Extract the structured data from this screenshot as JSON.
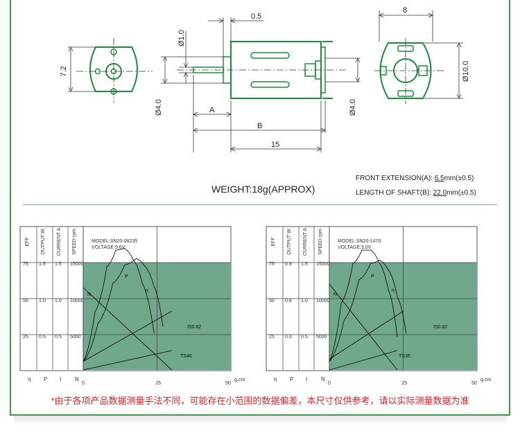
{
  "drawing": {
    "dims": {
      "d_72": "7.2",
      "d_10_shaft": "Ø1.0",
      "d_05": "0.5",
      "d_40_left": "Ø4.0",
      "d_40_right": "Ø4.0",
      "d_A": "A",
      "d_B": "B",
      "d_15": "15",
      "d_8": "8",
      "d_100": "Ø10.0"
    },
    "weight": "WEIGHT:18g(APPROX)",
    "front_extension": {
      "label": "FRONT EXTENSION(A): ",
      "value": "6.5",
      "unit": "mm(±0.5)"
    },
    "shaft_length": {
      "label": "LENGTH OF SHAFT(B): ",
      "value": "22.0",
      "unit": "mm(±0.5)"
    }
  },
  "chart_data": [
    {
      "type": "line",
      "model": "MODEL:SN20-08235",
      "voltage": "VOLTAGE:9.6V",
      "columns": [
        "EFF",
        "OUTPUT W",
        "CURRENT A",
        "SPEED rpm"
      ],
      "column_ticks": [
        [
          "75",
          "50",
          "25"
        ],
        [
          "1.5",
          "1.0",
          "0.5"
        ],
        [
          "1.5",
          "1.0",
          "0.5"
        ],
        [
          "15000",
          "10000",
          "5000"
        ]
      ],
      "bottom_labels": [
        "η",
        "P",
        "I",
        "N"
      ],
      "x_ticks": [
        "0",
        "25",
        "50"
      ],
      "x_unit": "g.cm",
      "xlim": [
        0,
        50
      ],
      "speed_ylim": [
        0,
        15000
      ],
      "series": [
        {
          "name": "N",
          "x": [
            0,
            30
          ],
          "y": [
            11500,
            0
          ]
        },
        {
          "name": "P",
          "x": [
            0,
            4,
            8,
            11,
            14,
            17,
            20,
            24
          ],
          "y": [
            5,
            35,
            62,
            72,
            73,
            66,
            52,
            22
          ]
        },
        {
          "name": "η",
          "x": [
            0,
            5,
            10,
            14,
            18,
            21,
            24,
            27
          ],
          "y": [
            5,
            28,
            52,
            63,
            67,
            62,
            50,
            26
          ]
        },
        {
          "name": "IS0.82",
          "x": [
            0,
            30
          ],
          "y": [
            0.12,
            0.82
          ]
        },
        {
          "name": "TS46",
          "x": [
            0,
            30
          ],
          "y": [
            0,
            0
          ]
        }
      ],
      "annotations": [
        "N",
        "P",
        "η",
        "IS0.82",
        "TS46"
      ]
    },
    {
      "type": "line",
      "model": "MODEL:SN20-1470",
      "voltage": "VOLTAGE:3.0V",
      "columns": [
        "EFF",
        "OUTPUT W",
        "CURRENT A",
        "SPEED rpm"
      ],
      "column_ticks": [
        [
          "75",
          "50",
          "25"
        ],
        [
          "0.9",
          "0.6",
          "0.3"
        ],
        [
          "1.5",
          "1.0",
          "0.5"
        ],
        [
          "15000",
          "10000",
          "5000"
        ]
      ],
      "bottom_labels": [
        "η",
        "P",
        "I",
        "N"
      ],
      "x_ticks": [
        "0",
        "25",
        "50"
      ],
      "x_unit": "g.cm",
      "xlim": [
        0,
        50
      ],
      "speed_ylim": [
        0,
        15000
      ],
      "series": [
        {
          "name": "N",
          "x": [
            0,
            23
          ],
          "y": [
            12000,
            0
          ]
        },
        {
          "name": "P",
          "x": [
            0,
            4,
            8,
            11,
            14,
            17,
            20,
            23
          ],
          "y": [
            5,
            40,
            64,
            72,
            72,
            64,
            48,
            20
          ]
        },
        {
          "name": "η",
          "x": [
            0,
            5,
            10,
            14,
            17,
            20,
            23,
            26
          ],
          "y": [
            5,
            30,
            54,
            64,
            66,
            60,
            44,
            22
          ]
        },
        {
          "name": "IS0.82",
          "x": [
            0,
            25
          ],
          "y": [
            0.15,
            0.82
          ]
        },
        {
          "name": "TS35",
          "x": [
            0,
            23
          ],
          "y": [
            0,
            0
          ]
        }
      ],
      "annotations": [
        "N",
        "P",
        "η",
        "IS0.82",
        "TS35"
      ]
    }
  ],
  "notice": "*由于各项产品数据测量手法不同，可能存在小范围的数据偏差，本尺寸仅供参考，请以实际测量数据为准",
  "colors": {
    "outline_green": "#1a8c3a",
    "chart_fill": "#6fa88c",
    "frame_green": "#3a9a4a",
    "notice_red": "#e0242a"
  }
}
